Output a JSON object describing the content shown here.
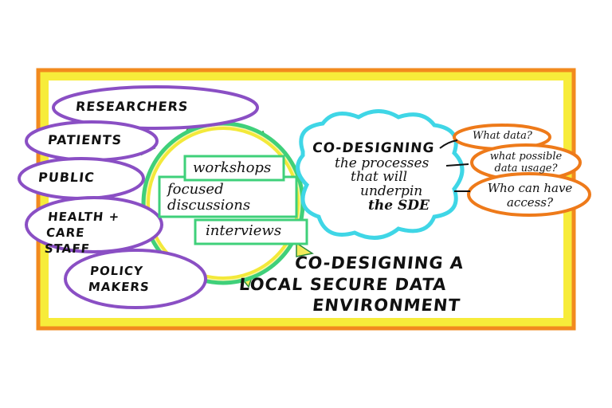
{
  "stakeholders": [
    "RESEARCHERS",
    "PATIENTS",
    "PUBLIC",
    "HEALTH + CARE STAFF",
    "POLICY MAKERS"
  ],
  "methods": [
    "workshops",
    "focused discussions",
    "interviews"
  ],
  "cloud": {
    "heading": "CO-DESIGNING",
    "line1": "the processes",
    "line2": "that will",
    "line3": "underpin",
    "line4": "the SDE"
  },
  "questions": [
    "What data?",
    "what possible data usage?",
    "Who can have access?"
  ],
  "title": {
    "line1": "CO-DESIGNING A",
    "line2": "LOCAL SECURE DATA",
    "line3": "ENVIRONMENT"
  },
  "colors": {
    "frame_orange": "#f28a1e",
    "frame_yellow": "#f7ec3a",
    "purple": "#8a4fc4",
    "green": "#3fd07a",
    "cyan": "#3fd6e6",
    "bubble_orange": "#ee7a1a"
  }
}
